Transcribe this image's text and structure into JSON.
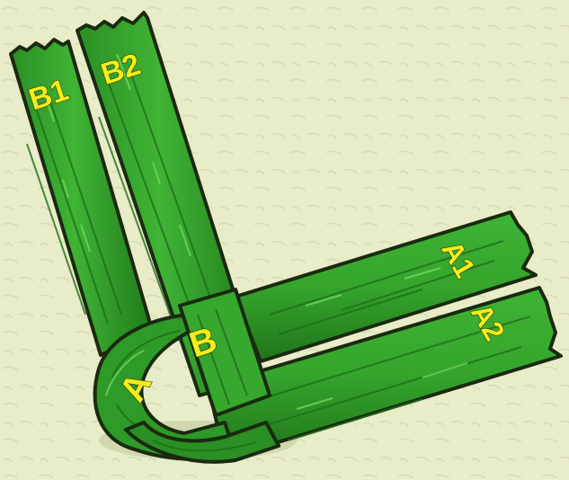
{
  "labels": {
    "b1": "B1",
    "b2": "B2",
    "a1": "A1",
    "a2": "A2",
    "a": "A",
    "b": "B"
  },
  "colors": {
    "background": "#e9ecc9",
    "leaf_green": "#35a52c",
    "leaf_dark": "#1e6e1a",
    "leaf_light": "#5cc64a",
    "outline": "#1a2a10",
    "label_yellow": "#f5ec1a"
  }
}
